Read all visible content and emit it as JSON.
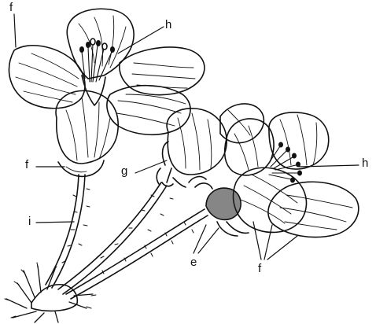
{
  "labels": {
    "f_top": "f",
    "h_top": "h",
    "f_mid": "f",
    "g": "g",
    "h_right": "h",
    "i": "i",
    "e": "e",
    "f_bottom": "f"
  },
  "colors": {
    "ink": "#111111",
    "paper": "#ffffff"
  }
}
